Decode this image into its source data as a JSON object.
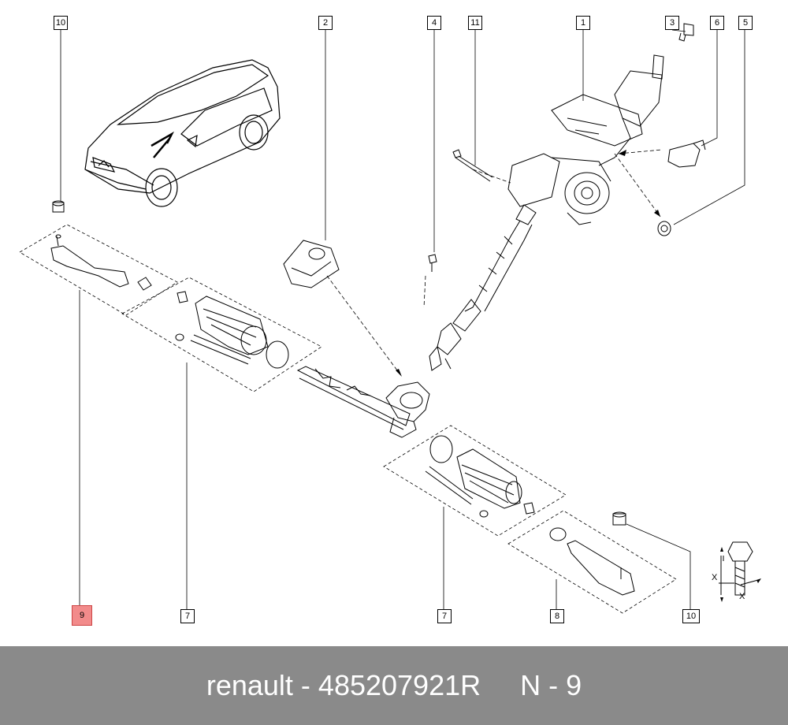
{
  "callouts": {
    "c1": "1",
    "c2": "2",
    "c3": "3",
    "c4": "4",
    "c5": "5",
    "c6": "6",
    "c7a": "7",
    "c7b": "7",
    "c8": "8",
    "c9": "9",
    "c10a": "10",
    "c10b": "10",
    "c11": "11"
  },
  "selected_callout": "9",
  "axis_labels": {
    "x_left": "X",
    "x_bottom": "X"
  },
  "footer": {
    "text": "renault - 485207921R     N - 9"
  },
  "colors": {
    "footer_bg": "#8a8a8a",
    "selected_bg": "#f28b8b",
    "line": "#000000"
  }
}
